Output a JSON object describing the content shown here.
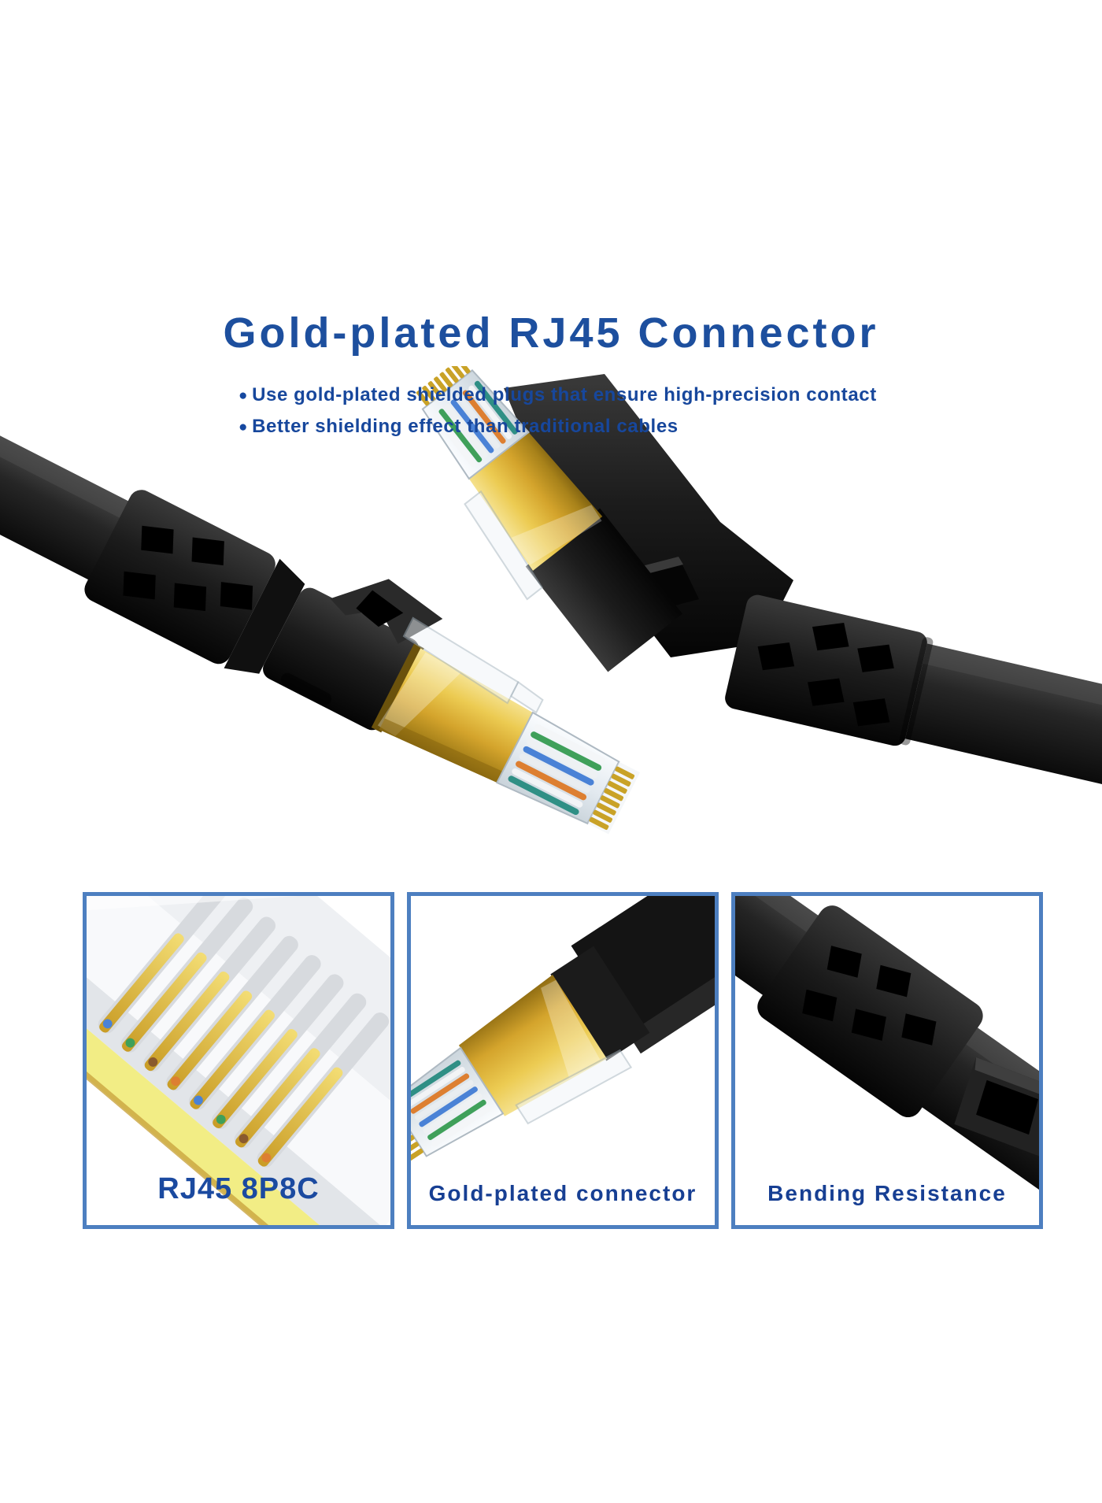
{
  "header": {
    "title": "Gold-plated RJ45 Connector",
    "bullets": [
      "Use gold-plated shielded plugs that ensure high-precision contact",
      "Better shielding effect than traditional cables"
    ]
  },
  "icons": {
    "bullet": "●"
  },
  "features": [
    {
      "label": "RJ45 8P8C"
    },
    {
      "label": "Gold-plated connector"
    },
    {
      "label": "Bending Resistance"
    }
  ],
  "colors": {
    "title_blue": "#1d4f9e",
    "bullet_blue": "#17479c",
    "caption_blue": "#173f93",
    "box_border_blue": "#4d7fc0",
    "cable_black": "#1a1a1a",
    "gold": "#d8ab2e",
    "background": "#ffffff"
  }
}
